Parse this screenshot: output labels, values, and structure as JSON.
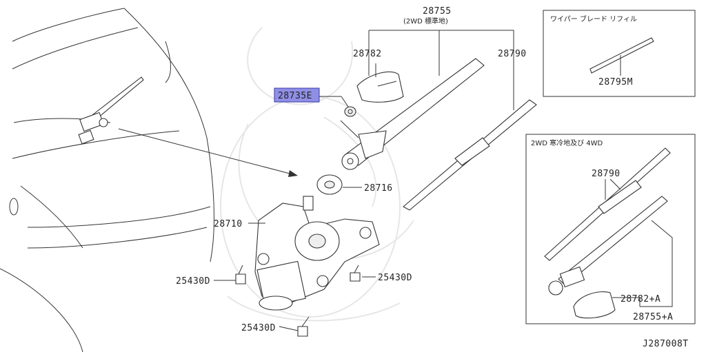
{
  "labels": {
    "p28755": "28755",
    "p28755_sub": "(2WD 標準地)",
    "p28782": "28782",
    "p28790_main": "28790",
    "p28735e": "28735E",
    "p28716": "28716",
    "p28710": "28710",
    "p25430d_left": "25430D",
    "p25430d_right": "25430D",
    "p25430d_bottom": "25430D",
    "refill_title": "ワイパー ブレード リフィル",
    "p28795m": "28795M",
    "cold_title": "2WD 寒冷地及び 4WD",
    "p28790_cold": "28790",
    "p28782a": "28782+A",
    "p28755a": "28755+A",
    "diagram_id": "J287008T"
  },
  "colors": {
    "highlight_fill": "#8f8fe6",
    "highlight_stroke": "#3a3aa8",
    "ink": "#333333"
  }
}
